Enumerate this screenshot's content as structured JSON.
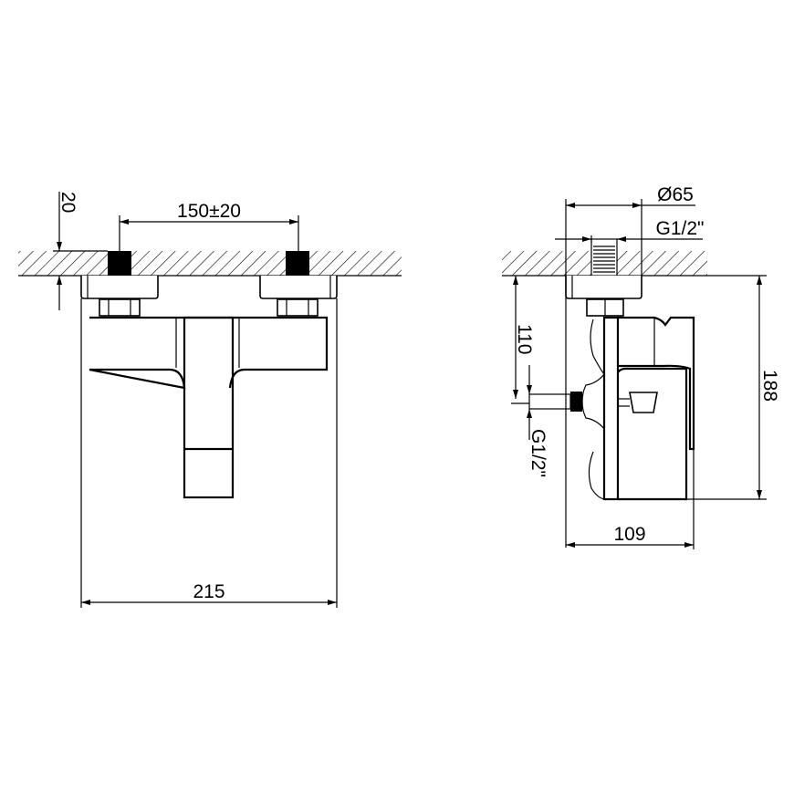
{
  "front_view": {
    "wall_depth_label": "20",
    "inlet_spacing_label": "150±20",
    "overall_width_label": "215"
  },
  "side_view": {
    "escutcheon_diameter_label": "Ø65",
    "wall_thread_label": "G1/2\"",
    "outlet_height_label": "110",
    "outlet_thread_label": "G1/2\"",
    "overall_height_label": "188",
    "projection_label": "109"
  },
  "colors": {
    "line": "#000000",
    "background": "#ffffff"
  }
}
